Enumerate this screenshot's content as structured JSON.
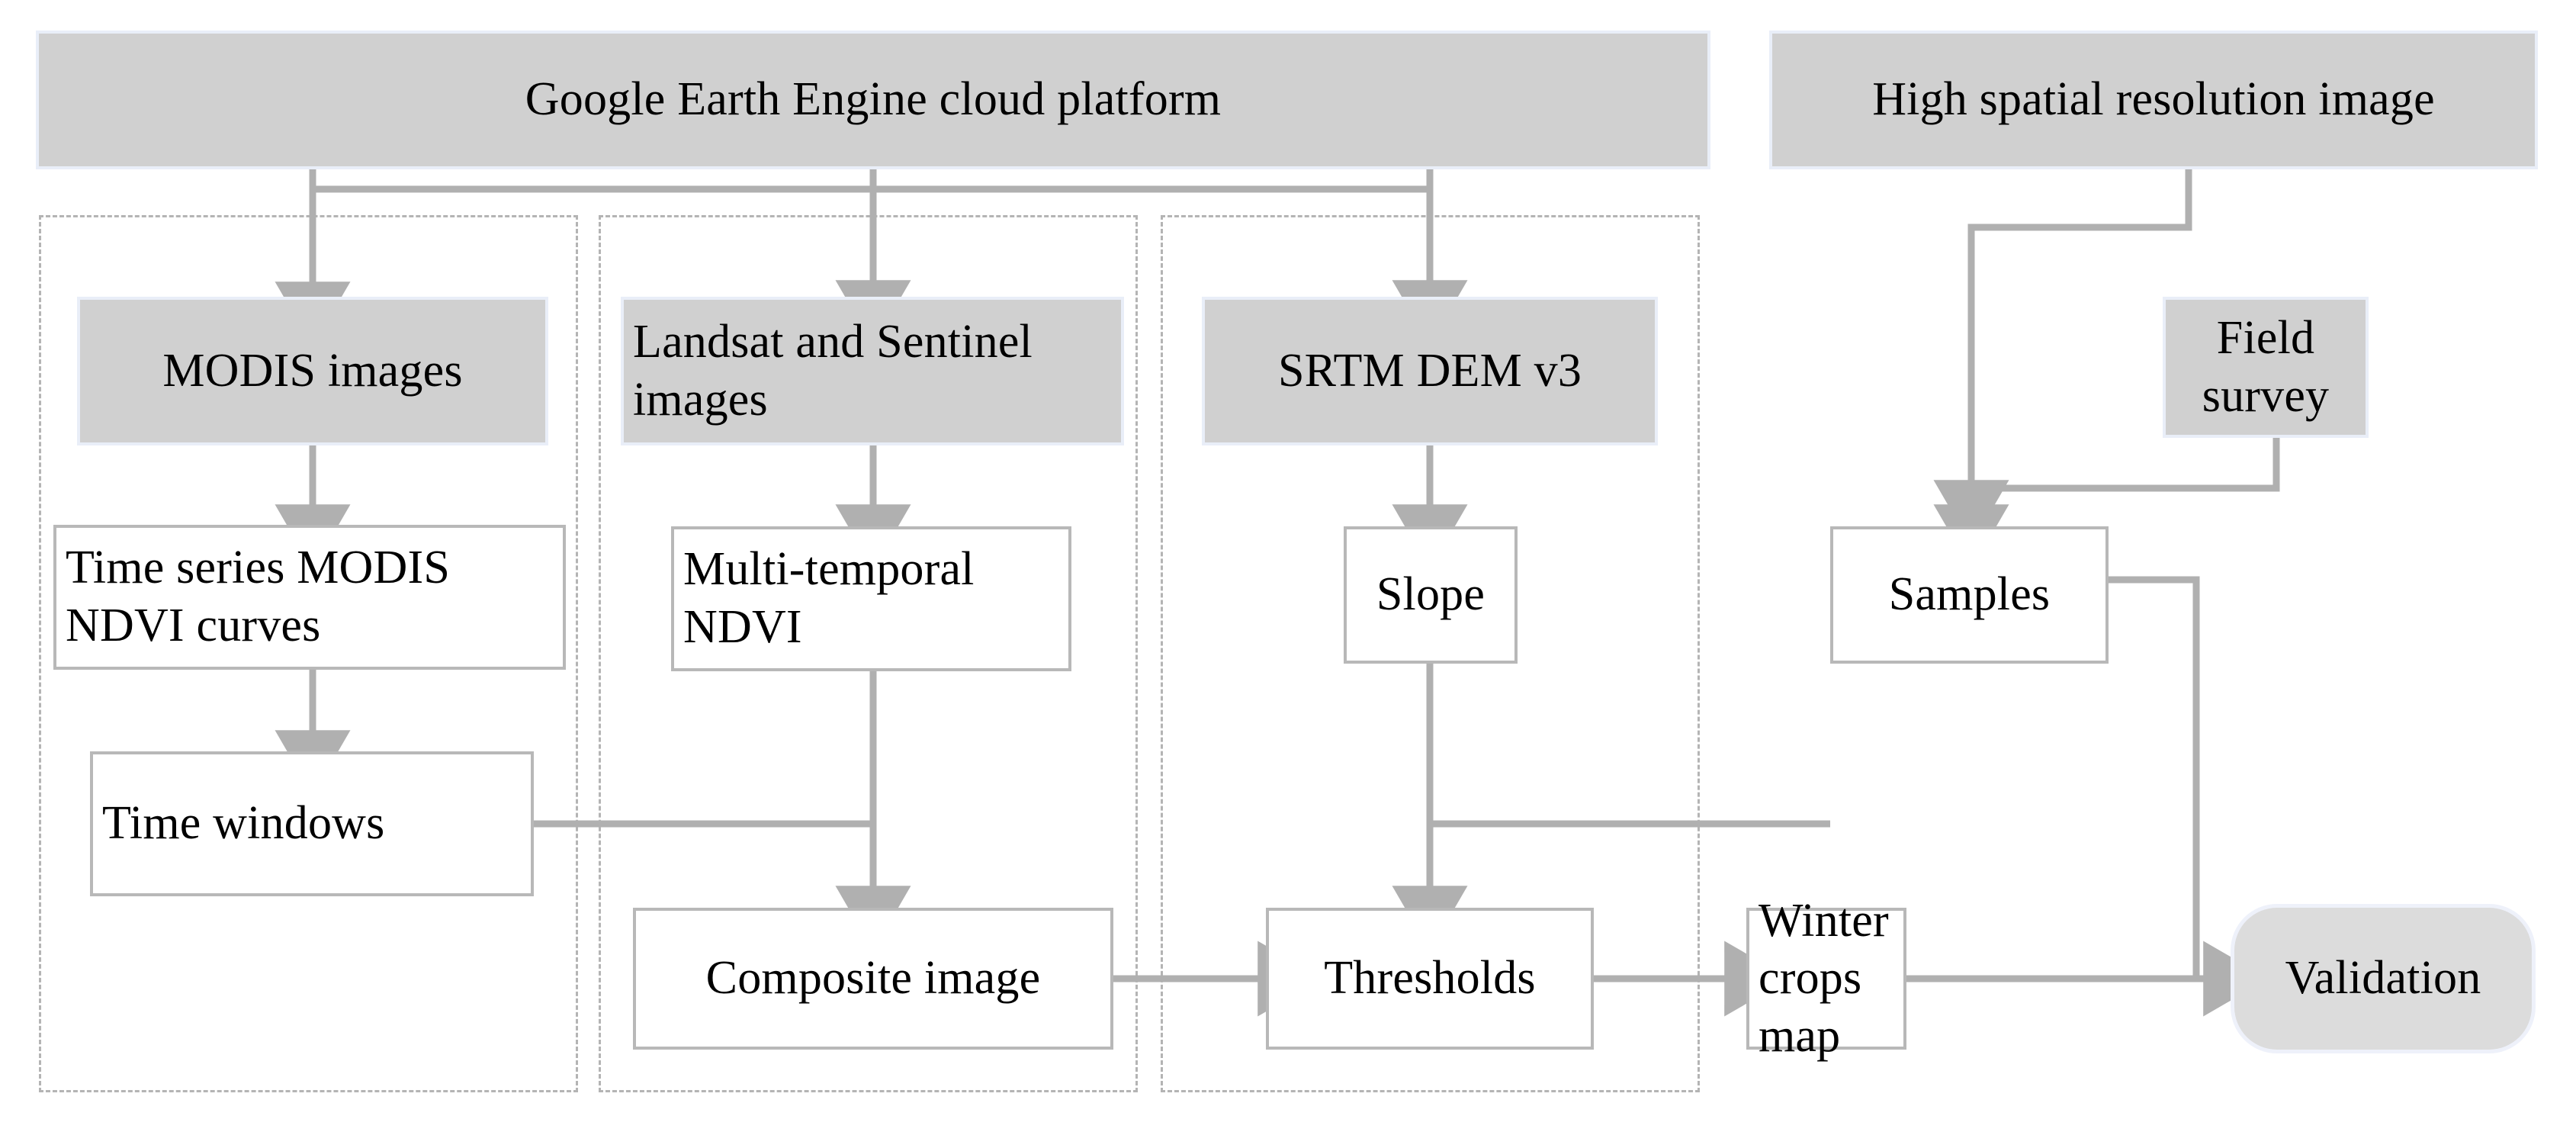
{
  "diagram": {
    "title": "Winter crops mapping workflow",
    "colors": {
      "node_fill_shaded": "#d0d0d0",
      "node_fill_white": "#ffffff",
      "node_border": "#b8b8b8",
      "connector": "#b0b0b0",
      "group_border": "#b4b4b4",
      "text": "#000000",
      "validation_fill": "#dcdcdc"
    },
    "nodes": {
      "gee_platform": "Google Earth Engine cloud platform",
      "high_res_image": "High spatial resolution image",
      "modis_images": "MODIS images",
      "landsat_sentinel_images": "Landsat and Sentinel images",
      "srtm_dem": "SRTM DEM v3",
      "field_survey": "Field survey",
      "time_series_modis_ndvi": "Time series MODIS NDVI curves",
      "multi_temporal_ndvi": "Multi-temporal NDVI",
      "slope": "Slope",
      "samples": "Samples",
      "time_windows": "Time windows",
      "composite_image": "Composite image",
      "thresholds": "Thresholds",
      "winter_crops_map": "Winter crops map",
      "validation": "Validation"
    },
    "groups": [
      {
        "id": "group-modis",
        "label": ""
      },
      {
        "id": "group-landsat",
        "label": ""
      },
      {
        "id": "group-dem",
        "label": ""
      }
    ],
    "edges": [
      {
        "from": "gee_platform",
        "to": "modis_images"
      },
      {
        "from": "gee_platform",
        "to": "landsat_sentinel_images"
      },
      {
        "from": "gee_platform",
        "to": "srtm_dem"
      },
      {
        "from": "high_res_image",
        "to": "samples"
      },
      {
        "from": "field_survey",
        "to": "samples"
      },
      {
        "from": "modis_images",
        "to": "time_series_modis_ndvi"
      },
      {
        "from": "landsat_sentinel_images",
        "to": "multi_temporal_ndvi"
      },
      {
        "from": "srtm_dem",
        "to": "slope"
      },
      {
        "from": "time_series_modis_ndvi",
        "to": "time_windows"
      },
      {
        "from": "time_windows",
        "to": "composite_image"
      },
      {
        "from": "multi_temporal_ndvi",
        "to": "composite_image"
      },
      {
        "from": "slope",
        "to": "thresholds"
      },
      {
        "from": "samples",
        "to": "thresholds"
      },
      {
        "from": "composite_image",
        "to": "thresholds"
      },
      {
        "from": "thresholds",
        "to": "winter_crops_map"
      },
      {
        "from": "winter_crops_map",
        "to": "validation"
      },
      {
        "from": "samples",
        "to": "validation"
      }
    ]
  }
}
